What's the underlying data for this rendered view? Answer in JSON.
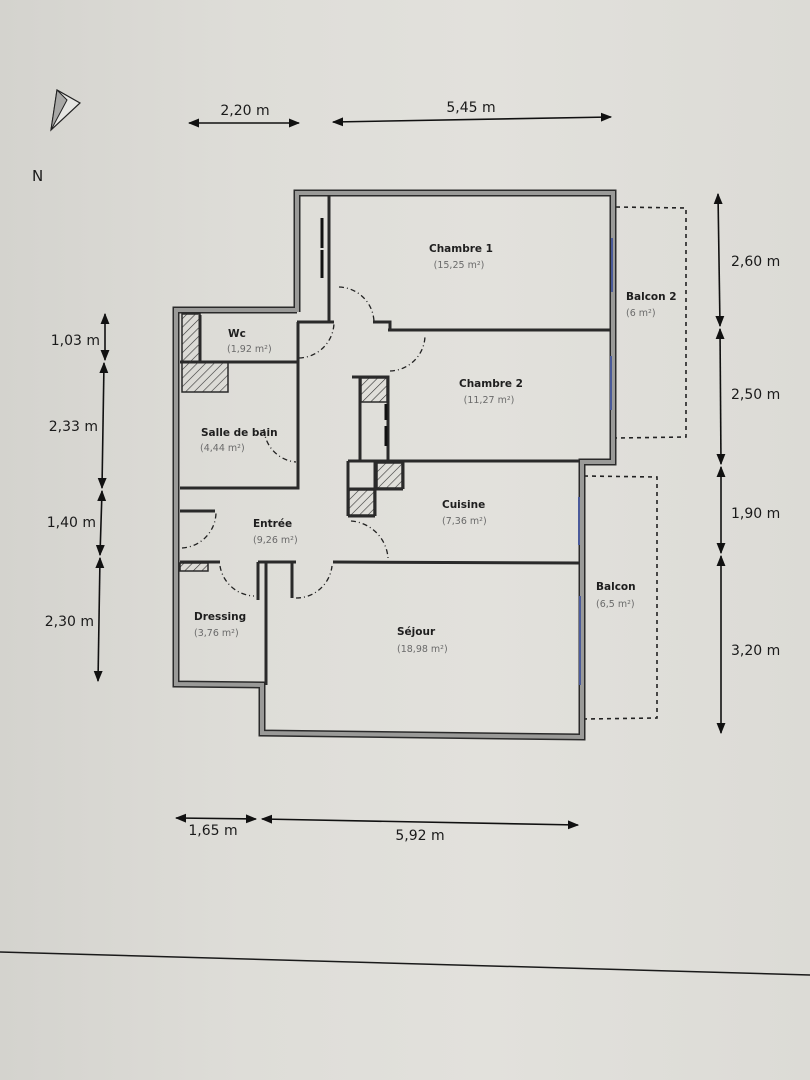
{
  "compass": {
    "label": "N"
  },
  "dimensions": {
    "top": [
      "2,20 m",
      "5,45 m"
    ],
    "left": [
      "1,03 m",
      "2,33 m",
      "1,40 m",
      "2,30 m"
    ],
    "right": [
      "2,60 m",
      "2,50 m",
      "1,90 m",
      "3,20 m"
    ],
    "bottom": [
      "1,65 m",
      "5,92 m"
    ]
  },
  "rooms": [
    {
      "id": "chambre1",
      "name": "Chambre 1",
      "area": "(15,25 m²)"
    },
    {
      "id": "chambre2",
      "name": "Chambre 2",
      "area": "(11,27 m²)"
    },
    {
      "id": "wc",
      "name": "Wc",
      "area": "(1,92 m²)"
    },
    {
      "id": "sdb",
      "name": "Salle de bain",
      "area": "(4,44 m²)"
    },
    {
      "id": "entree",
      "name": "Entrée",
      "area": "(9,26 m²)"
    },
    {
      "id": "cuisine",
      "name": "Cuisine",
      "area": "(7,36 m²)"
    },
    {
      "id": "dressing",
      "name": "Dressing",
      "area": "(3,76 m²)"
    },
    {
      "id": "sejour",
      "name": "Séjour",
      "area": "(18,98 m²)"
    },
    {
      "id": "balcon2",
      "name": "Balcon 2",
      "area": "(6 m²)"
    },
    {
      "id": "balcon",
      "name": "Balcon",
      "area": "(6,5 m²)"
    }
  ],
  "colors": {
    "wall_fill": "#9a9a98",
    "wall_edge": "#2a2a2a",
    "paper": "#dedcd7",
    "window": "#4a5a9a"
  }
}
